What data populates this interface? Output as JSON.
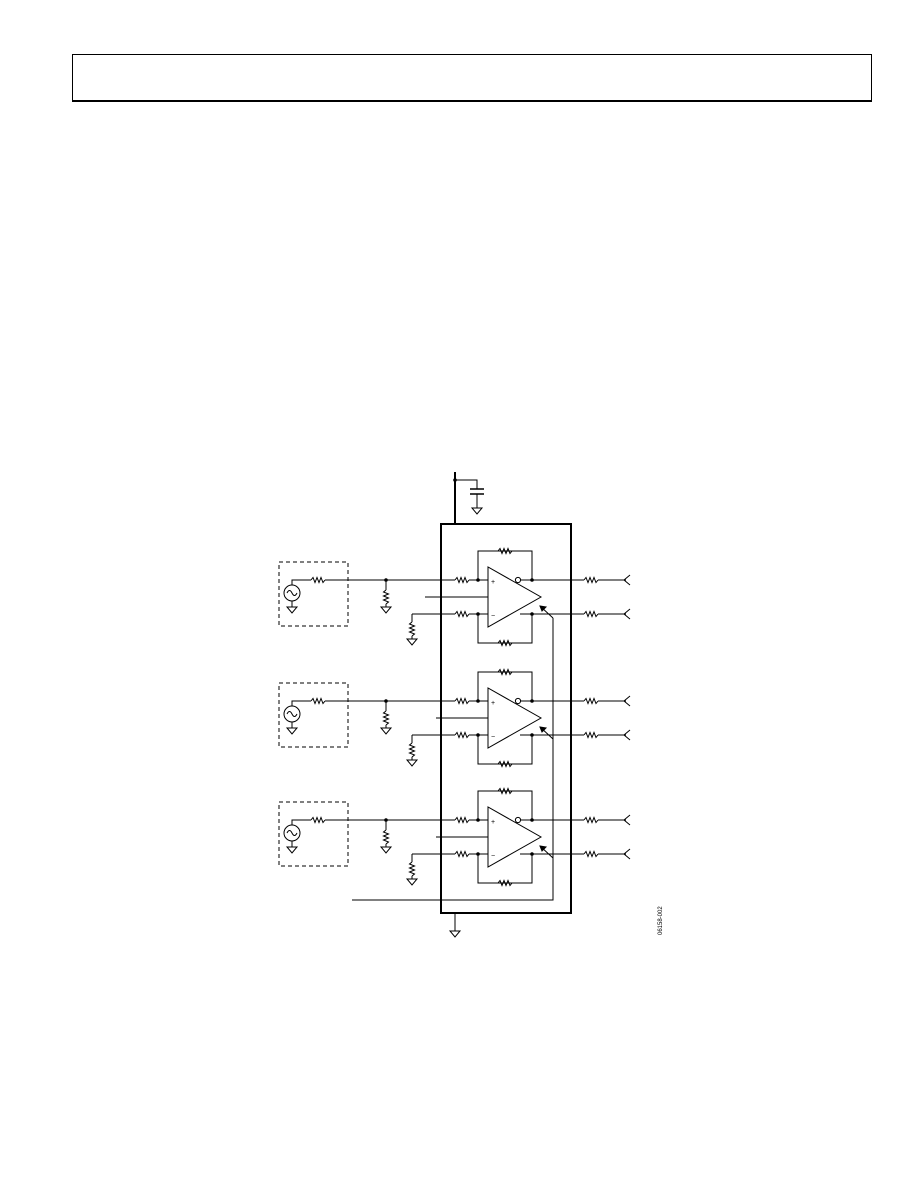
{
  "header": {
    "title": ""
  },
  "diagram": {
    "figure_code": "06158-002",
    "stroke_color": "#000000",
    "channels": [
      {
        "name": "channel-1",
        "plus_label": "+",
        "minus_label": "−"
      },
      {
        "name": "channel-2",
        "plus_label": "+",
        "minus_label": "−"
      },
      {
        "name": "channel-3",
        "plus_label": "+",
        "minus_label": "−"
      }
    ]
  }
}
